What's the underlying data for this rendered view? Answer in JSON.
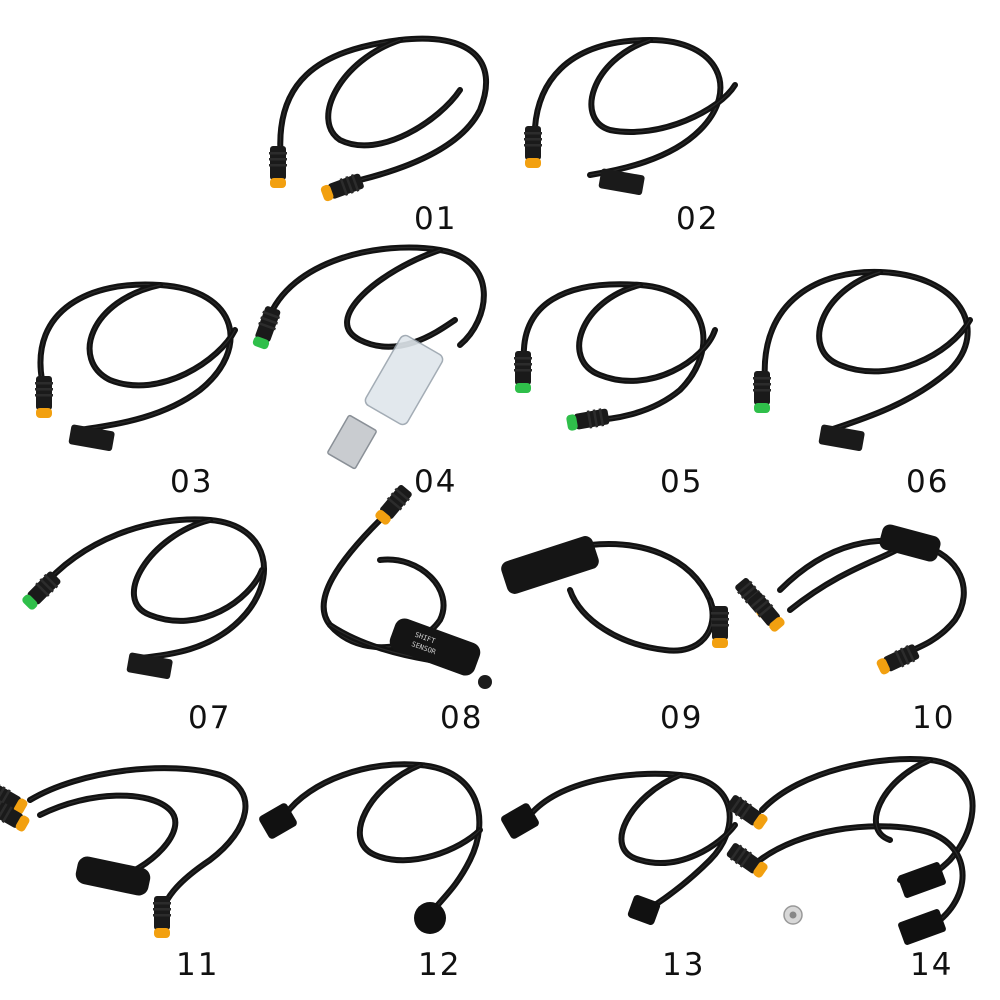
{
  "colors": {
    "cable": "#121212",
    "cable_highlight": "#3a3a3a",
    "plug_orange": "#f2a010",
    "plug_green": "#2fbf4a",
    "plug_body": "#1a1a1a",
    "usb_metal": "#c9ccd0",
    "label_text": "#111111"
  },
  "items": [
    {
      "label": "01",
      "plug_color": "orange"
    },
    {
      "label": "02",
      "plug_color": "orange"
    },
    {
      "label": "03",
      "plug_color": "orange"
    },
    {
      "label": "04",
      "plug_color": "green"
    },
    {
      "label": "05",
      "plug_color": "green"
    },
    {
      "label": "06",
      "plug_color": "green"
    },
    {
      "label": "07",
      "plug_color": "green"
    },
    {
      "label": "08",
      "plug_color": "orange"
    },
    {
      "label": "09",
      "plug_color": "orange"
    },
    {
      "label": "10",
      "plug_color": "orange"
    },
    {
      "label": "11",
      "plug_color": "orange"
    },
    {
      "label": "12",
      "plug_color": "none"
    },
    {
      "label": "13",
      "plug_color": "none"
    },
    {
      "label": "14",
      "plug_color": "orange"
    }
  ],
  "module_08": {
    "line1": "SHIFT",
    "line2": "SENSOR"
  }
}
